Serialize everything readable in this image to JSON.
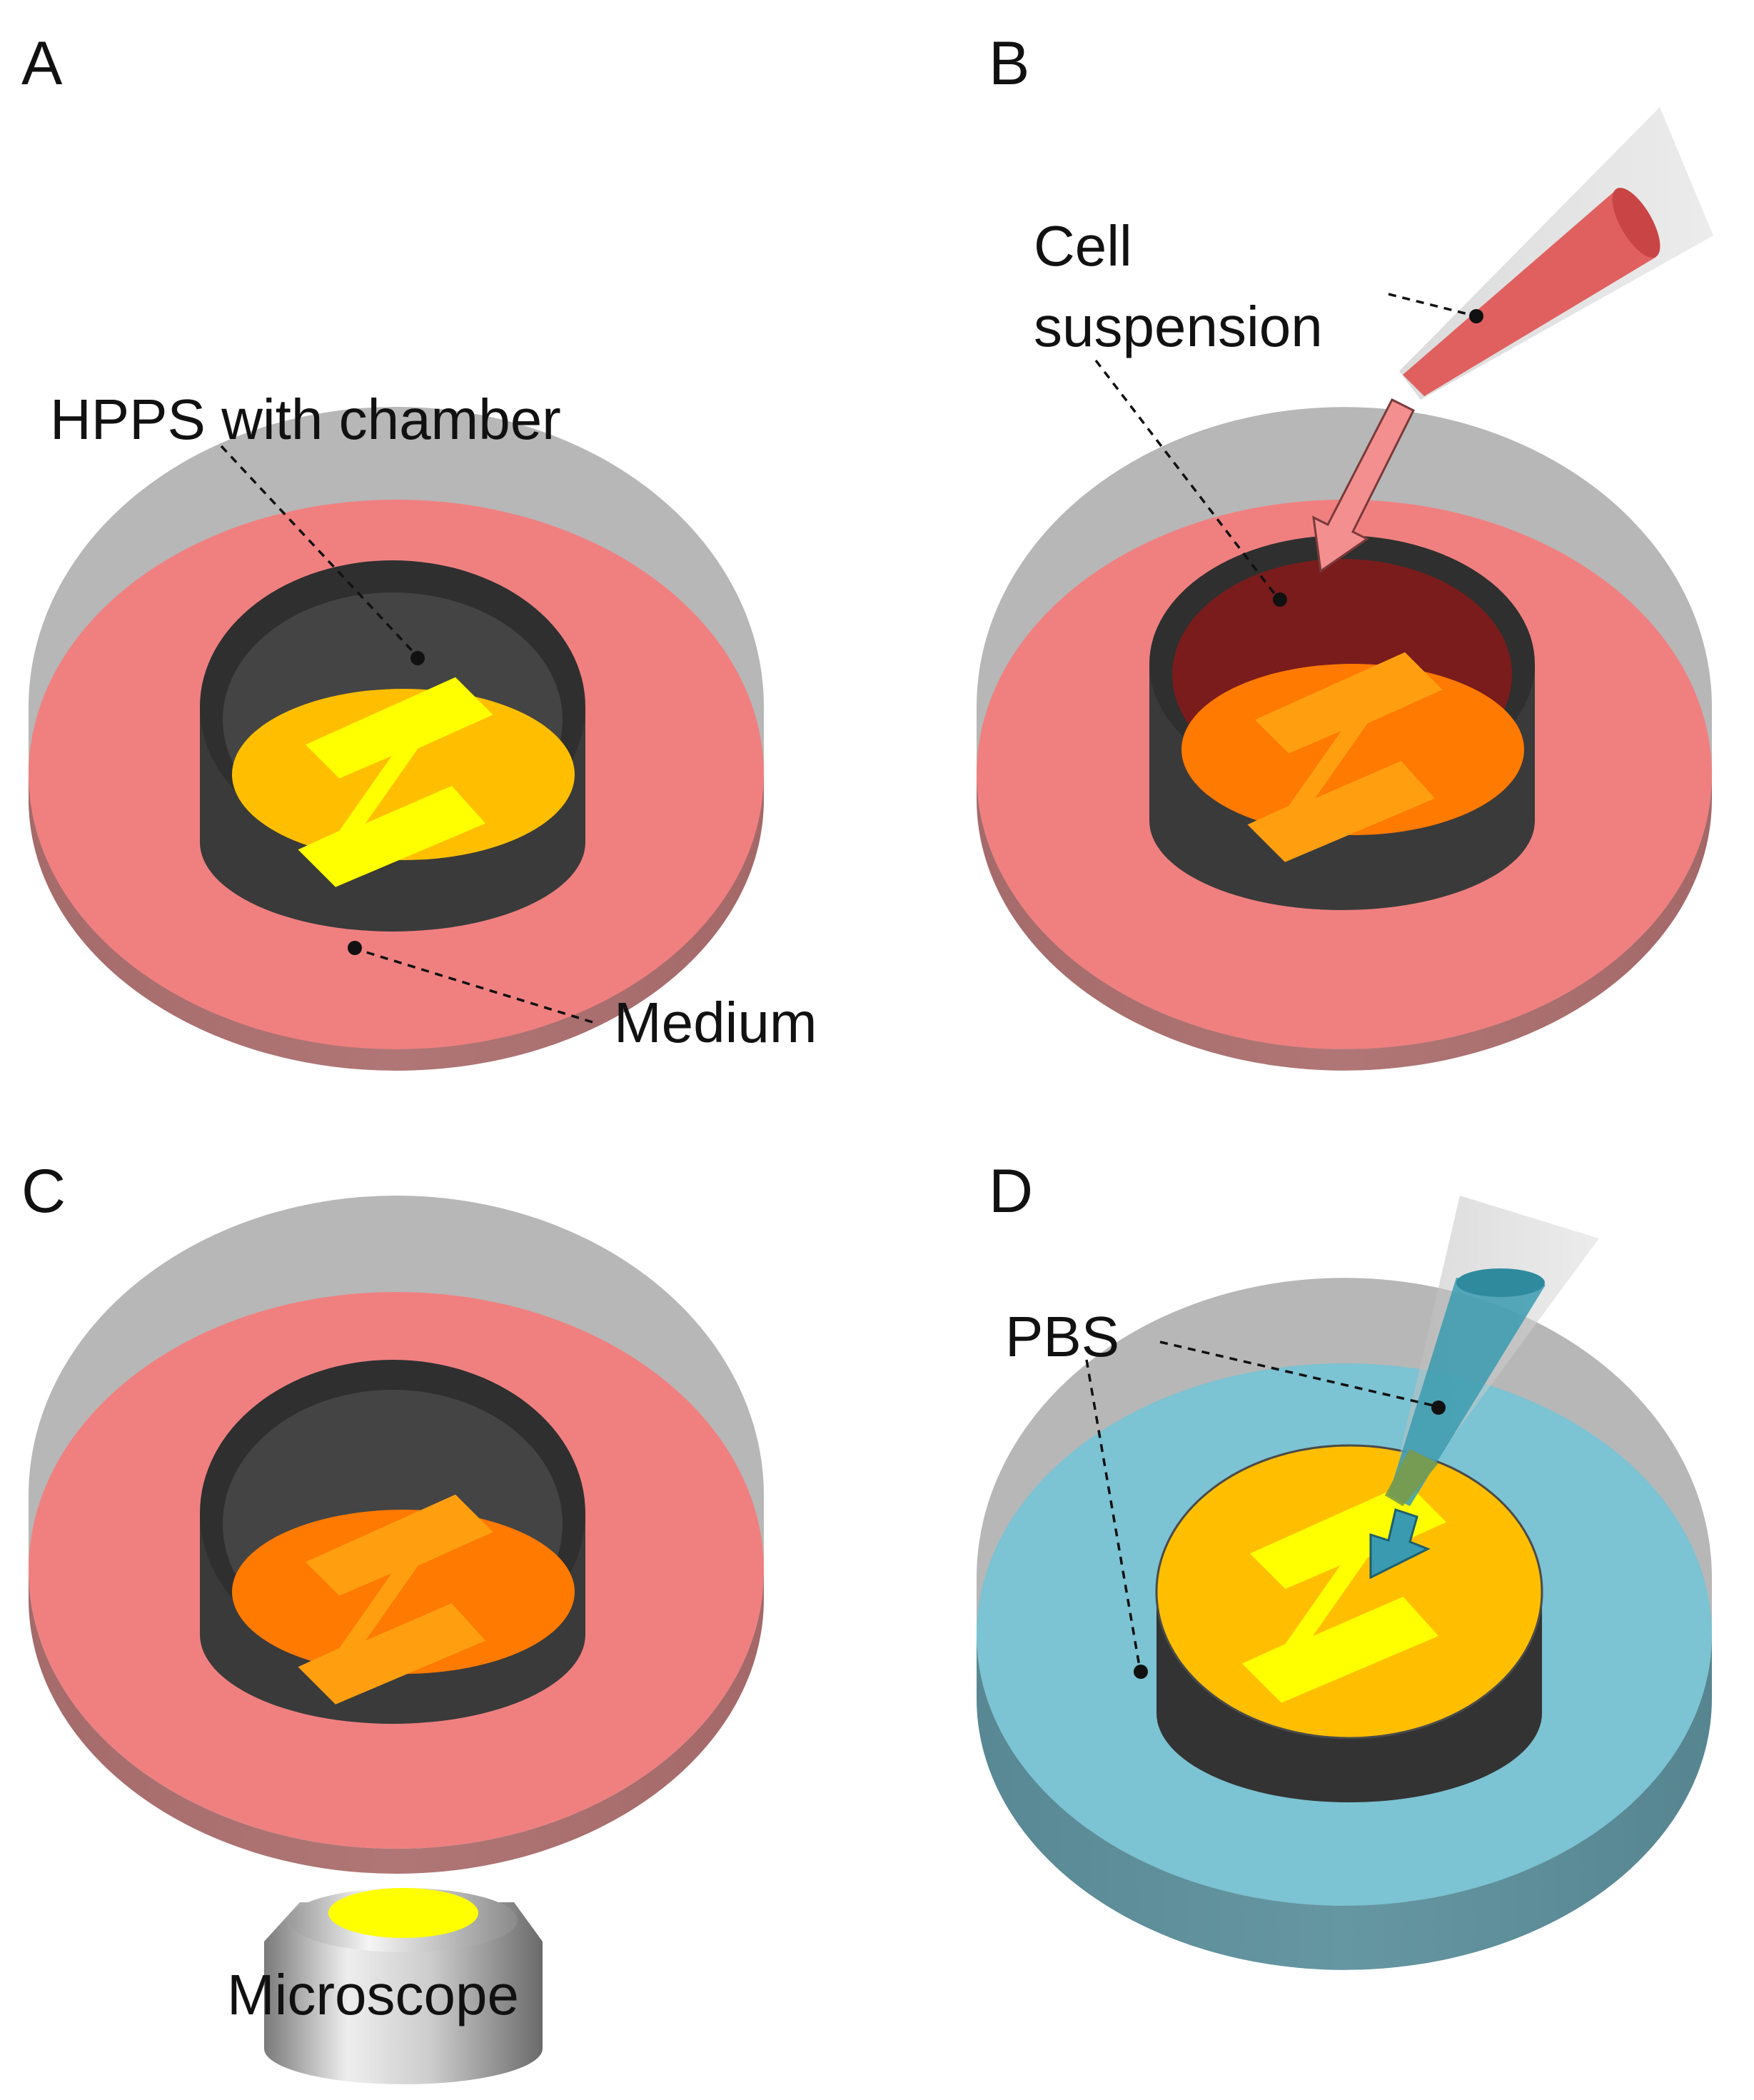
{
  "panels": [
    {
      "letter": "A",
      "labels": {
        "hpps": "HPPS with chamber",
        "medium": "Medium"
      }
    },
    {
      "letter": "B",
      "labels": {
        "cell_line1": "Cell",
        "cell_line2": "suspension"
      }
    },
    {
      "letter": "C",
      "labels": {
        "microscope": "Microscope"
      }
    },
    {
      "letter": "D",
      "labels": {
        "pbs": "PBS"
      }
    }
  ],
  "colors": {
    "dish_wall": "#b3b3b3",
    "medium": "#f08080",
    "medium_side": "#b07272",
    "pbs": "#7cc3d3",
    "pbs_side": "#5f8e99",
    "chamber": "#333333",
    "hpps_yellow": "#ffbf00",
    "h_mark": "#ffff00",
    "substrate_orange": "#ff7a00",
    "h_mark_dim": "#ff9f10",
    "cell_suspension": "#7a1c1c",
    "pipette_red": "#e05555",
    "pipette_blue": "#3a9bb0"
  },
  "icons": [
    "pipette-icon",
    "arrow-icon",
    "microscope-icon"
  ]
}
